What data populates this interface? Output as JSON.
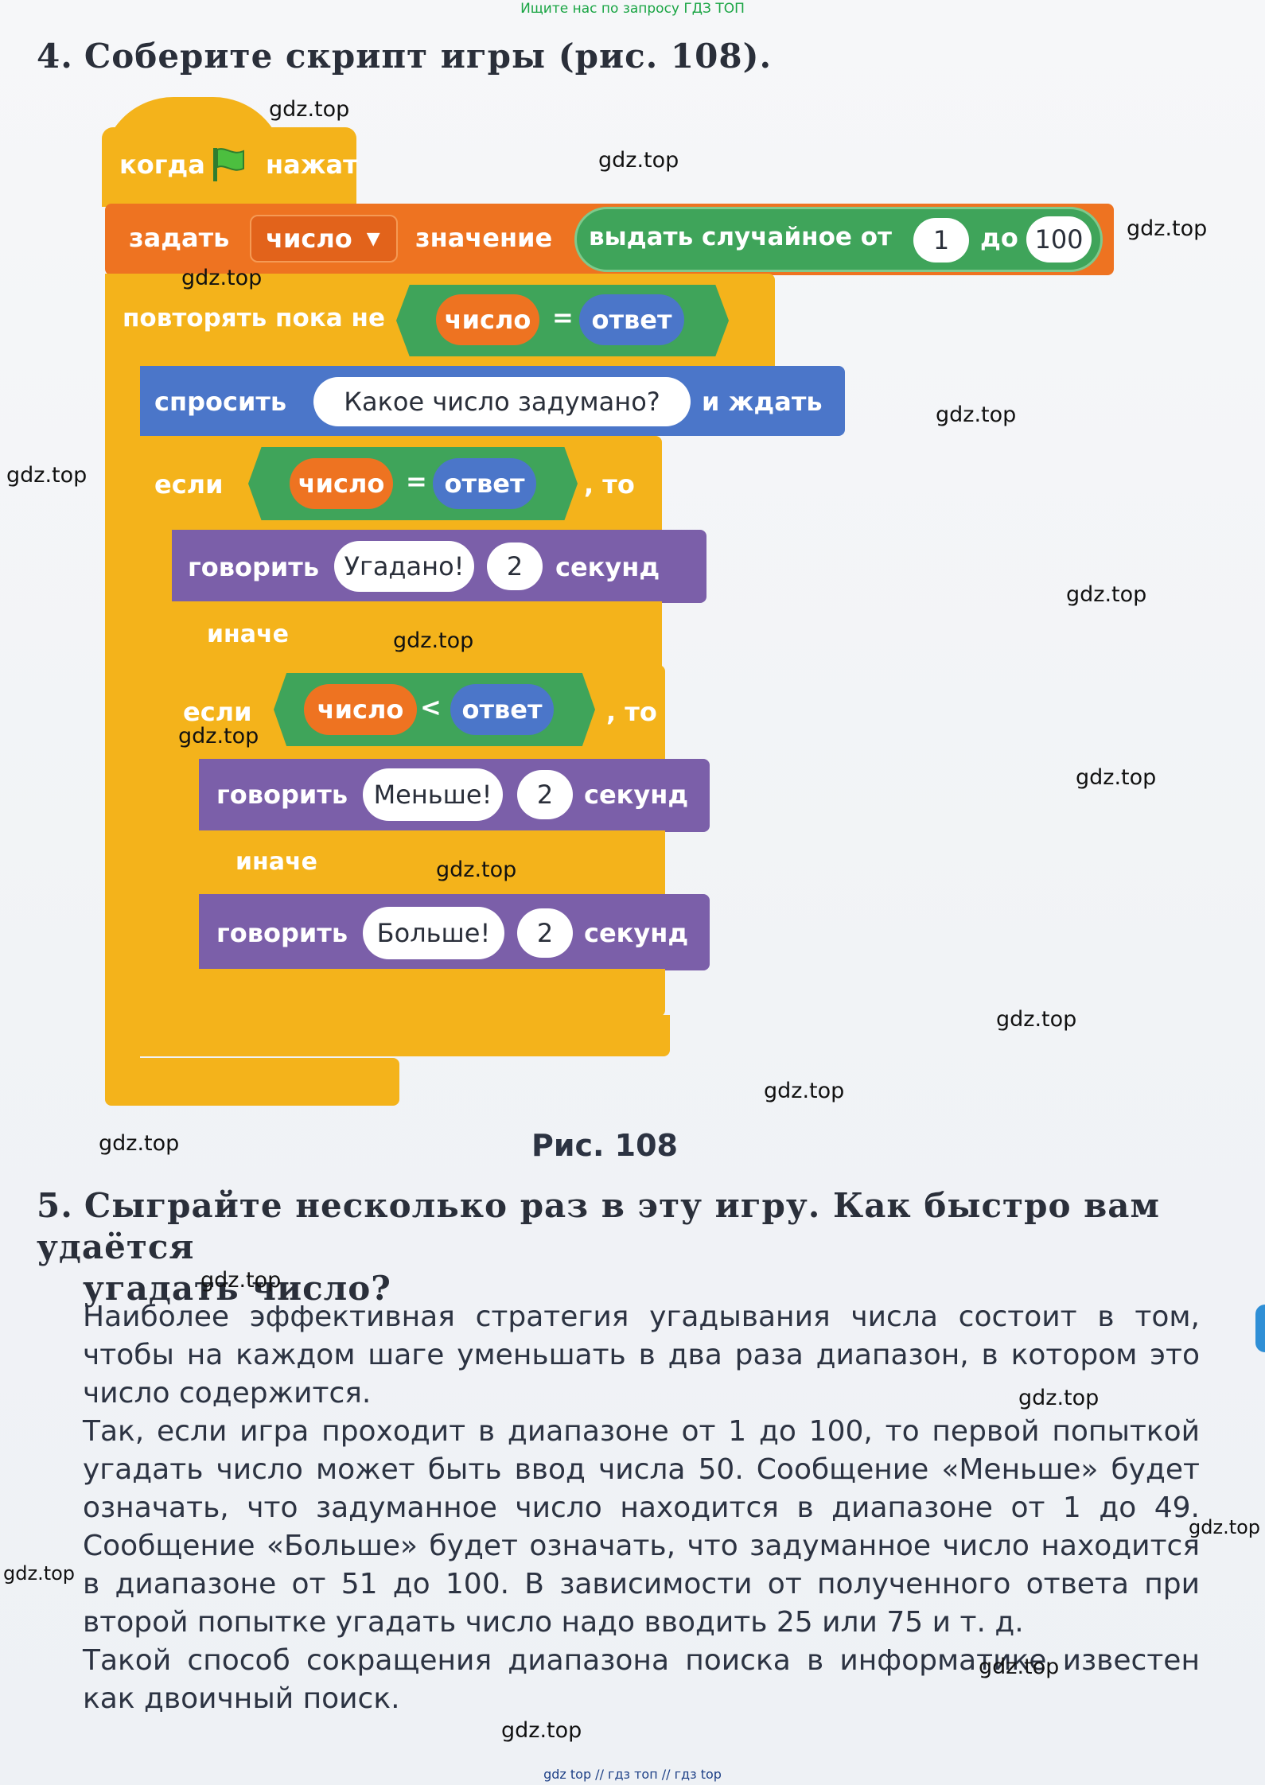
{
  "banner": {
    "top": "Ищите нас по запросу ГДЗ ТОП",
    "footer": "gdz top  //  гдз топ  //  гдз top"
  },
  "task4": {
    "number": "4.",
    "text": "Соберите скрипт игры (рис. 108)."
  },
  "script": {
    "when_flag": {
      "when": "когда",
      "flag_icon": "green-flag-icon",
      "pressed": "нажат"
    },
    "set": {
      "label": "задать",
      "variable": "число",
      "value_label": "значение",
      "random_label": "выдать случайное от",
      "from": "1",
      "to_label": "до",
      "to": "100"
    },
    "repeat_until": {
      "label": "повторять пока не",
      "left": "число",
      "op": "=",
      "right": "ответ"
    },
    "ask": {
      "label": "спросить",
      "question": "Какое число задумано?",
      "wait": "и ждать"
    },
    "if1": {
      "label": "если",
      "left": "число",
      "op": "=",
      "right": "ответ",
      "then": ", то"
    },
    "say1": {
      "label": "говорить",
      "message": "Угадано!",
      "secs": "2",
      "unit": "секунд"
    },
    "else1": "иначе",
    "if2": {
      "label": "если",
      "left": "число",
      "op": "<",
      "right": "ответ",
      "then": ", то"
    },
    "say2": {
      "label": "говорить",
      "message": "Меньше!",
      "secs": "2",
      "unit": "секунд"
    },
    "else2": "иначе",
    "say3": {
      "label": "говорить",
      "message": "Больше!",
      "secs": "2",
      "unit": "секунд"
    }
  },
  "figure_caption": "Рис. 108",
  "task5": {
    "number": "5.",
    "line1": "Сыграйте несколько раз в эту игру. Как быстро вам удаётся",
    "line2": "угадать число?"
  },
  "answer": {
    "p1": "Наиболее эффективная стратегия угадывания числа состоит в том, чтобы на каждом шаге уменьшать в два раза диапазон, в котором это число содержится.",
    "p2": "Так, если игра проходит в диапазоне от 1 до 100, то первой попыткой угадать число может быть ввод числа 50. Сообщение «Меньше» будет означать, что задуманное число находится в диапазоне от 1 до 49. Сообщение «Больше» будет означать, что задуманное число находится в диапазоне от 51 до 100. В зависимости от полученного ответа при второй попытке угадать число надо вводить 25 или 75 и т. д.",
    "p3": "Такой способ сокращения диапазона поиска в информатике известен как двоичный поиск."
  },
  "watermark": "gdz.top",
  "colors": {
    "control": "#f4b31b",
    "data": "#ee7321",
    "sensing": "#4b76c9",
    "looks": "#7b5fa9",
    "operator": "#3fa45a",
    "banner": "#1aa544"
  }
}
